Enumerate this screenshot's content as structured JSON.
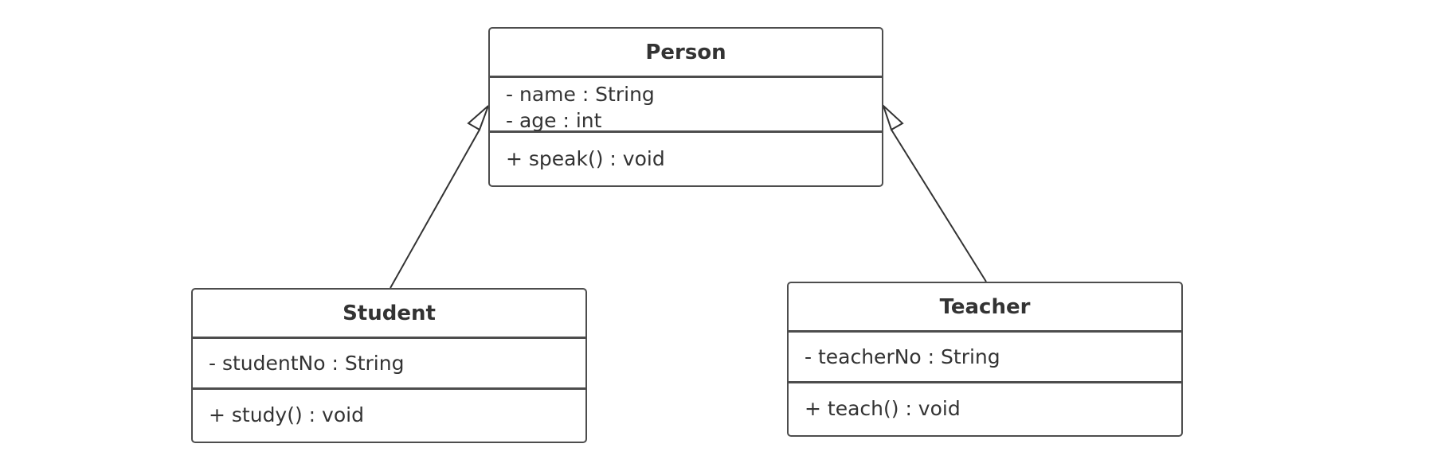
{
  "diagram": {
    "type": "uml-class-diagram",
    "classes": {
      "person": {
        "name": "Person",
        "attributes": [
          "- name : String",
          "- age : int"
        ],
        "operations": [
          "+ speak() : void"
        ]
      },
      "student": {
        "name": "Student",
        "attributes": [
          "- studentNo : String"
        ],
        "operations": [
          "+ study() : void"
        ]
      },
      "teacher": {
        "name": "Teacher",
        "attributes": [
          "- teacherNo : String"
        ],
        "operations": [
          "+ teach() : void"
        ]
      }
    },
    "relationships": [
      {
        "type": "generalization",
        "from": "Student",
        "to": "Person"
      },
      {
        "type": "generalization",
        "from": "Teacher",
        "to": "Person"
      }
    ],
    "colors": {
      "border": "#4d4d4d",
      "text": "#333333",
      "background": "#ffffff"
    }
  }
}
